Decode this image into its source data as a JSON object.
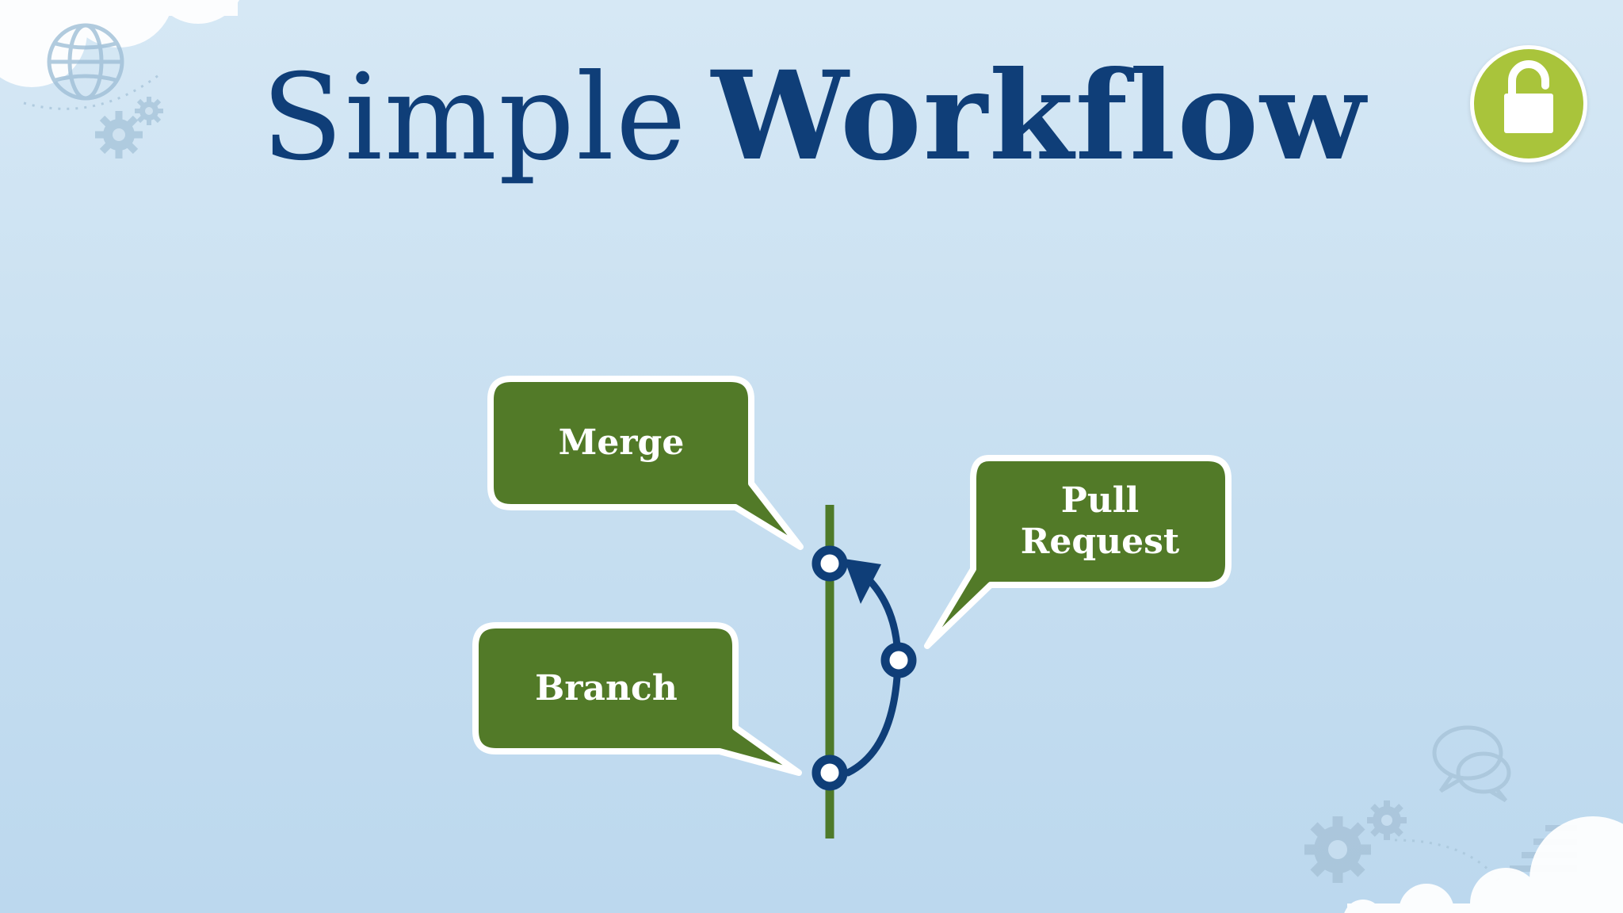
{
  "title": {
    "light": "Simple",
    "bold": "Workflow"
  },
  "badge": {
    "icon": "unlock-icon",
    "color": "#a9c43b"
  },
  "callouts": {
    "merge": "Merge",
    "branch": "Branch",
    "pull_request_line1": "Pull",
    "pull_request_line2": "Request"
  },
  "colors": {
    "title": "#0f3e78",
    "callout_fill": "#527a28",
    "trunk_line": "#4e7a2a",
    "branch_path": "#0f3e78",
    "badge": "#a9c43b"
  },
  "background_icons": [
    "globe-icon",
    "gear-icon",
    "chat-bubbles-icon",
    "cloud-icon"
  ]
}
